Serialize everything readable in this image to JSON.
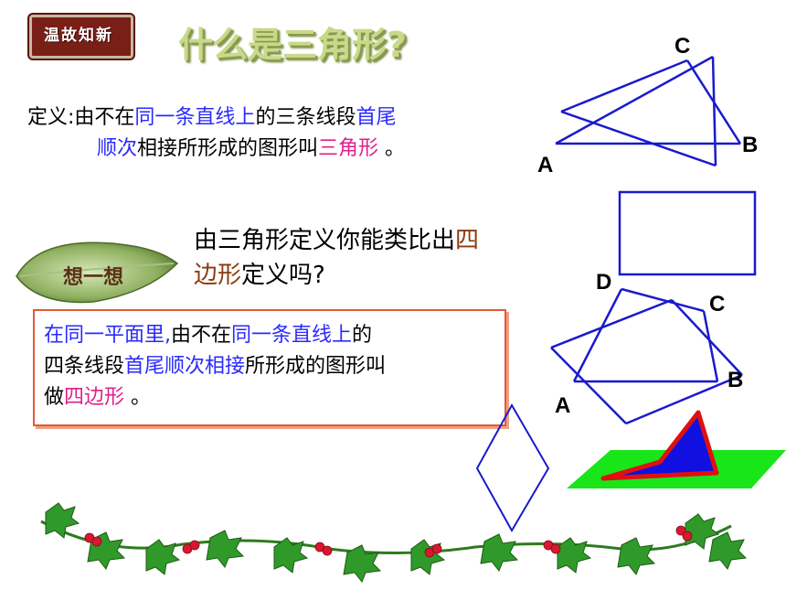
{
  "badge": {
    "text": "温故知新"
  },
  "title": "什么是三角形?",
  "definition": {
    "prefix": "定义:由不在",
    "h1": "同一条直线上",
    "mid1": "的三条线段",
    "h2": "首尾",
    "h3": "顺次",
    "mid2": "相接所形成的图形叫",
    "h4": "三角形",
    "end": " 。"
  },
  "leaf_label": "想一想",
  "question": {
    "part1": "由三角形定义你能类比出",
    "h1": "四",
    "h2": "边形",
    "part2": "定义吗?"
  },
  "answer": {
    "h1": "在同一平面里,",
    "t1": "由不在",
    "h2": "同一条直线上",
    "t2": "的",
    "t3": "四条线段",
    "h3": "首尾顺次相接",
    "t4": "所形成的图形叫",
    "t5": "做",
    "h4": "四边形",
    "t6": " 。"
  },
  "labels": {
    "tri_c": "C",
    "tri_b": "B",
    "tri_a": "A",
    "quad_d": "D",
    "quad_c": "C",
    "quad_b": "B",
    "quad_a": "A"
  },
  "colors": {
    "shape_stroke": "#1a1acc",
    "title": "#c9d98a",
    "highlight_blue": "#2a2aff",
    "highlight_pink": "#e0208a",
    "highlight_brown": "#8b3a10",
    "box_border": "#e05a3a",
    "green_plane": "#19e619",
    "blue_tri": "#1010e0",
    "red_tri": "#e01010"
  }
}
